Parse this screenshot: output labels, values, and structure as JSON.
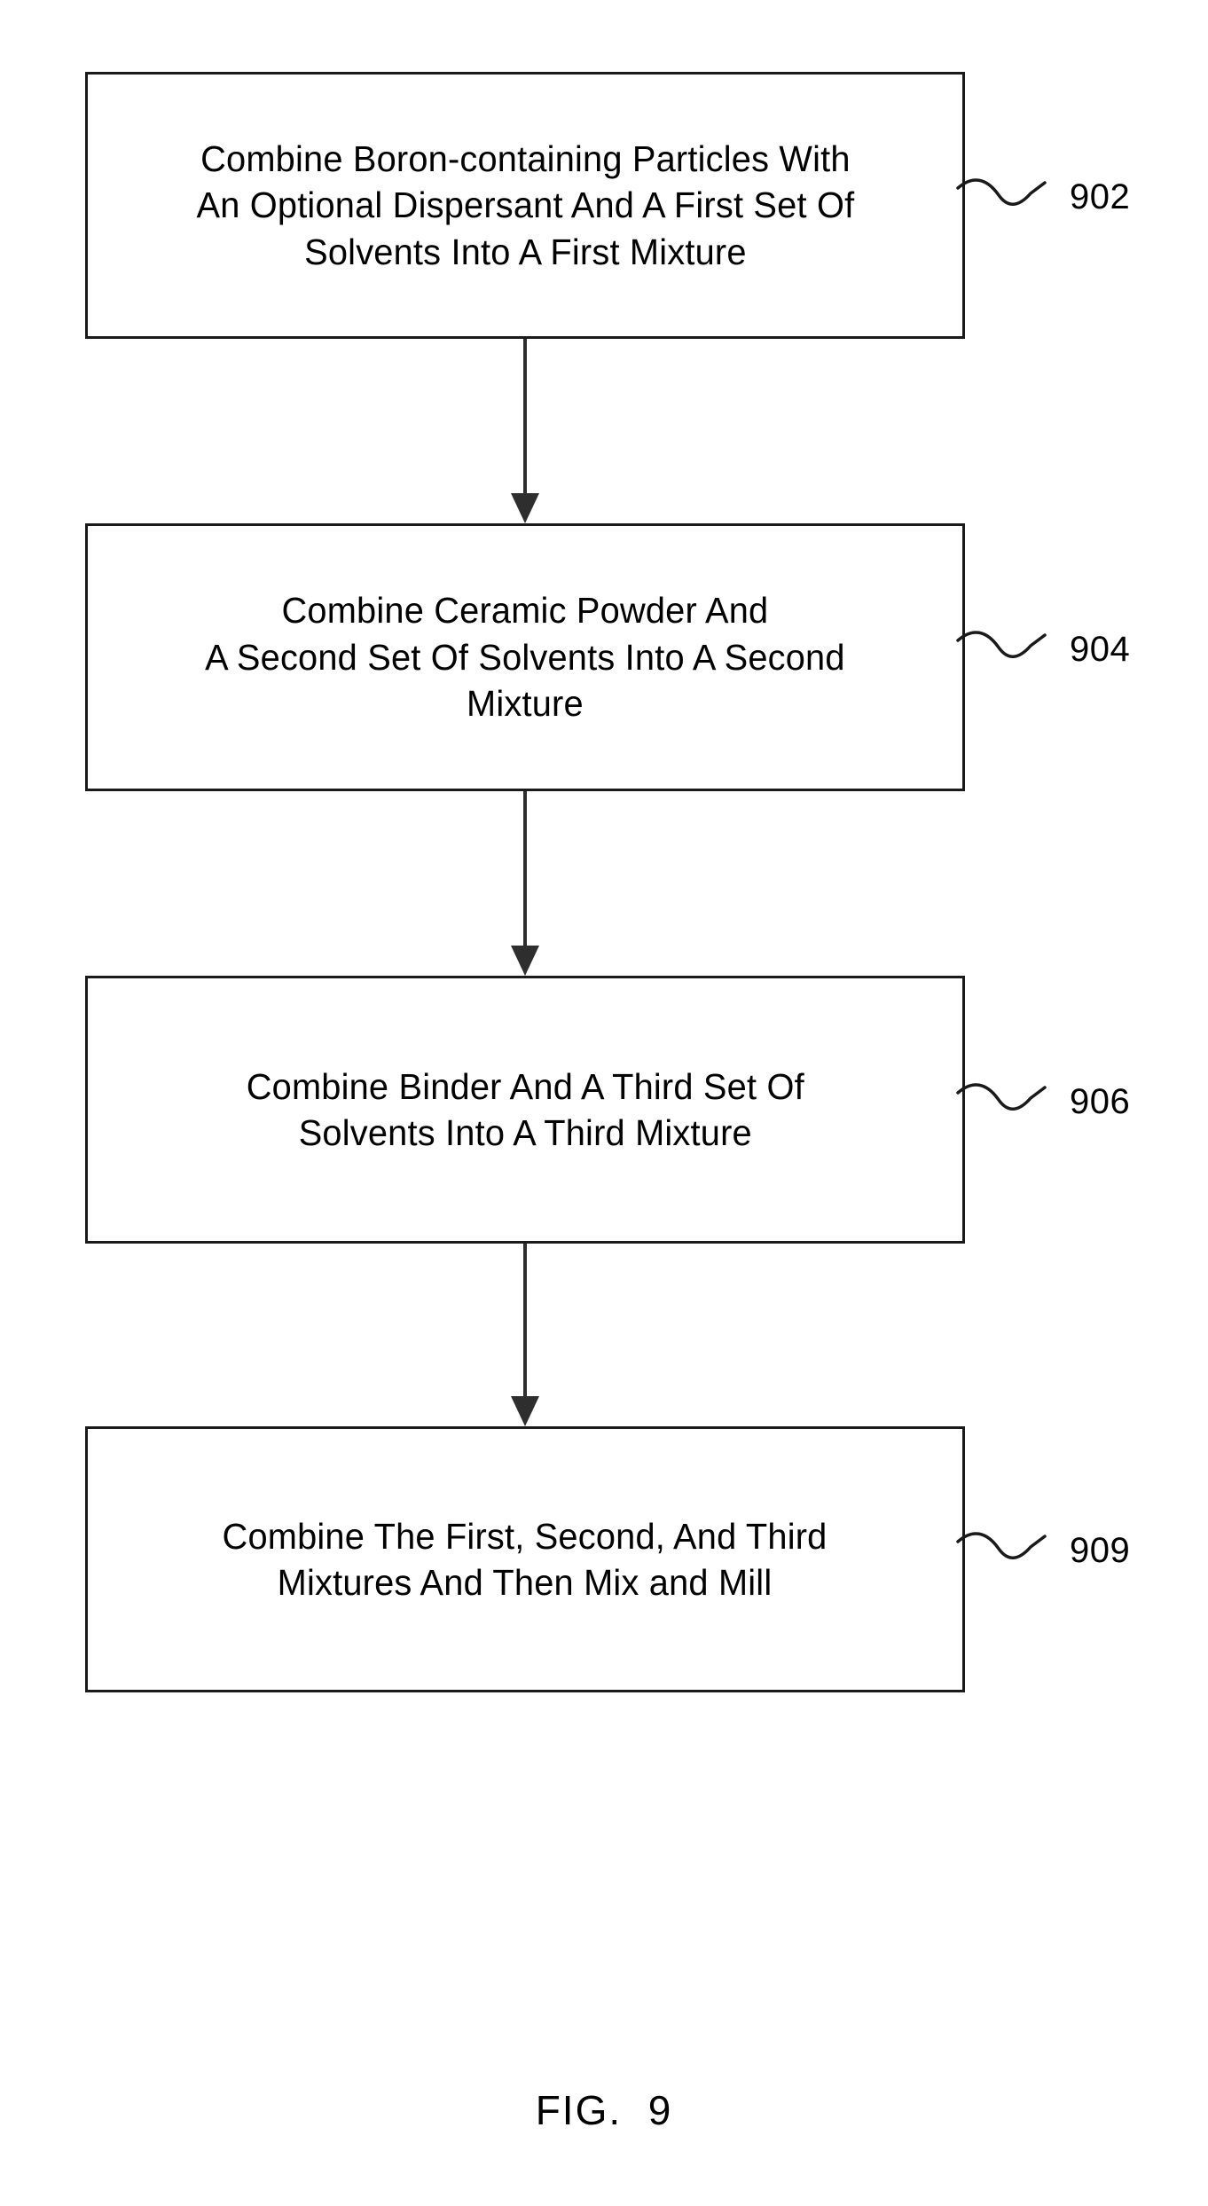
{
  "figure": {
    "caption": "FIG.  9",
    "number": "9"
  },
  "diagram": {
    "type": "flowchart",
    "orientation": "vertical",
    "stroke_color": "#1a1a1a",
    "background_color": "#ffffff",
    "steps": [
      {
        "ref": "902",
        "text": "Combine Boron-containing Particles With\nAn Optional Dispersant And A First Set Of\nSolvents Into A First Mixture"
      },
      {
        "ref": "904",
        "text": "Combine Ceramic Powder And\nA Second Set Of Solvents Into A Second\nMixture"
      },
      {
        "ref": "906",
        "text": "Combine Binder And A Third Set Of\nSolvents Into A Third Mixture"
      },
      {
        "ref": "909",
        "text": "Combine The First, Second, And Third\nMixtures And Then Mix and Mill"
      }
    ],
    "connectors": [
      {
        "from": "902",
        "to": "904"
      },
      {
        "from": "904",
        "to": "906"
      },
      {
        "from": "906",
        "to": "909"
      }
    ]
  }
}
